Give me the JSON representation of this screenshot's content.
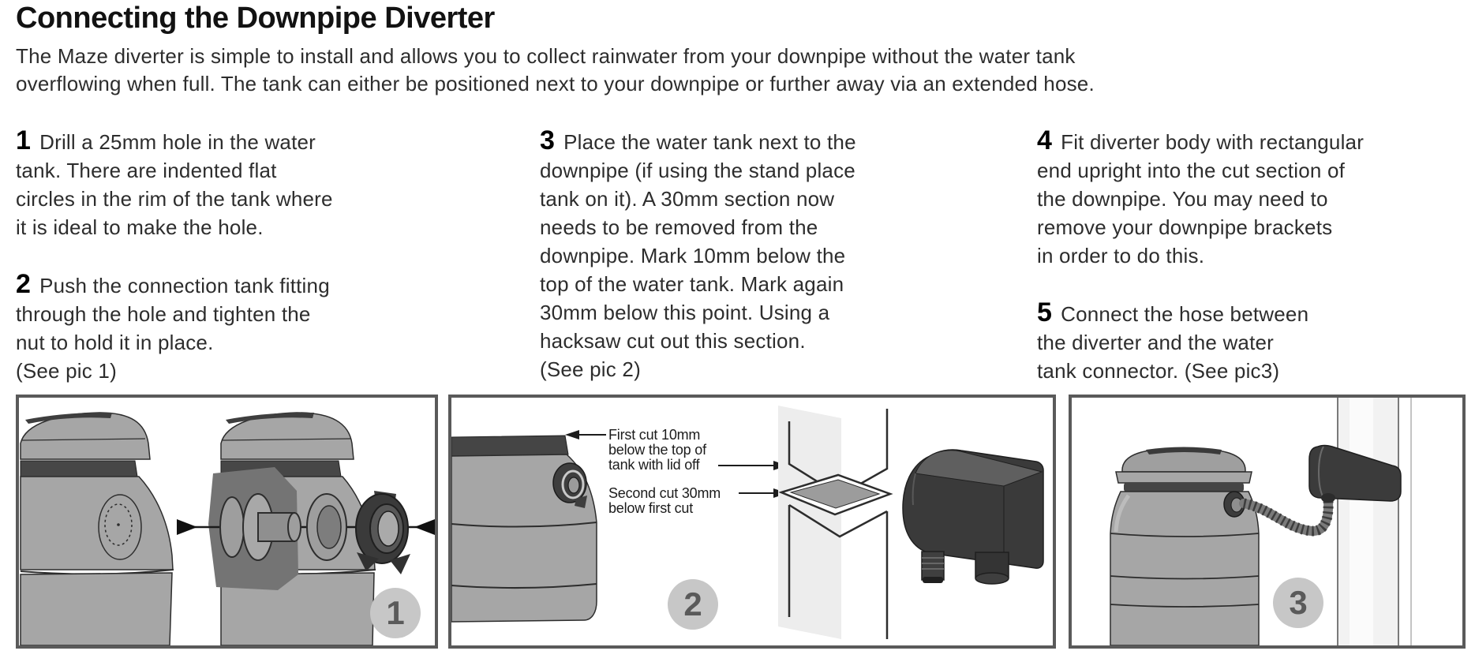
{
  "title": "Connecting the Downpipe Diverter",
  "intro": "The Maze diverter is simple to install and allows you to collect rainwater from your downpipe without the water tank\noverflowing when full. The tank can either be positioned next to your downpipe or further away via an extended hose.",
  "steps": [
    {
      "num": "1",
      "text": "Drill a 25mm hole in the water\ntank. There are indented flat\ncircles in the rim of the tank where\nit is ideal to make the hole."
    },
    {
      "num": "2",
      "text": "Push the connection tank fitting\nthrough the hole and tighten the\nnut to hold it in place.\n(See pic 1)"
    },
    {
      "num": "3",
      "text": "Place the water tank next to the\ndownpipe (if using the stand place\ntank on it). A 30mm section now\nneeds to be removed from the\ndownpipe. Mark 10mm below the\ntop of the water tank. Mark again\n30mm below this point. Using a\nhacksaw cut out this section.\n(See pic 2)"
    },
    {
      "num": "4",
      "text": "Fit diverter body with rectangular\nend upright into the cut section of\nthe downpipe. You may need to\nremove your downpipe brackets\nin order to do this."
    },
    {
      "num": "5",
      "text": "Connect the hose between\nthe diverter and the water\ntank connector. (See pic3)"
    }
  ],
  "panels": [
    {
      "badge": "1"
    },
    {
      "badge": "2",
      "annotations": {
        "first_cut": "First cut 10mm\nbelow the top of\ntank with lid off",
        "second_cut": "Second cut 30mm\nbelow first cut"
      }
    },
    {
      "badge": "3"
    }
  ],
  "colors": {
    "tank_gray": "#a6a6a6",
    "dark_part": "#3c3c3c",
    "panel_border": "#5a5a5a",
    "badge_bg": "#c7c7c7",
    "badge_text": "#5a5a5a"
  }
}
